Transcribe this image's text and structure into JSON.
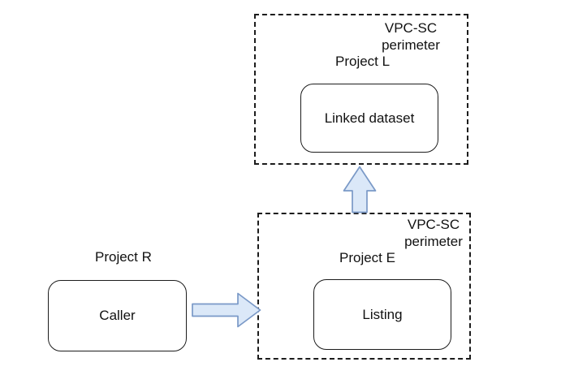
{
  "colors": {
    "background": "#ffffff",
    "line": "#1c1c1c",
    "arrow_fill": "#dbe8f8",
    "arrow_stroke": "#7a99c7"
  },
  "top_perimeter": {
    "title_line1": "VPC-SC",
    "title_line2": "perimeter",
    "project": "Project L",
    "node": "Linked dataset"
  },
  "bottom_perimeter": {
    "title_line1": "VPC-SC",
    "title_line2": "perimeter",
    "project": "Project E",
    "node": "Listing"
  },
  "external": {
    "project": "Project R",
    "node": "Caller"
  },
  "arrows": [
    {
      "name": "caller-to-listing",
      "direction": "right"
    },
    {
      "name": "listing-to-linked-dataset",
      "direction": "up"
    }
  ]
}
